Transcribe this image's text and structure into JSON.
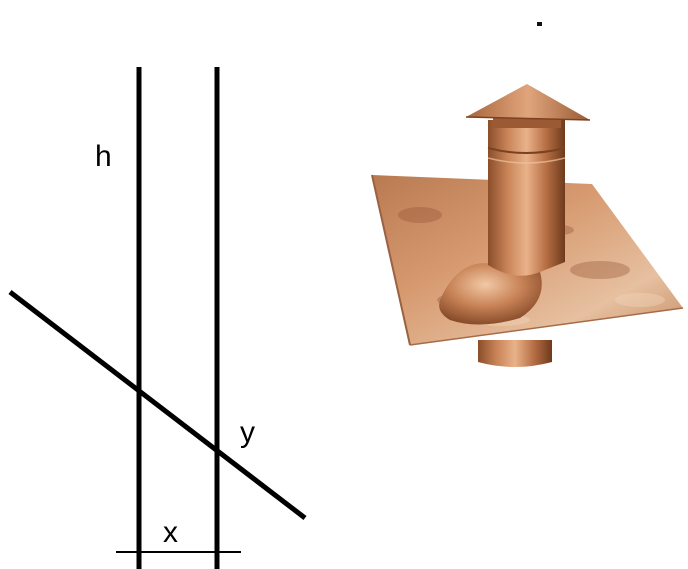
{
  "labels": {
    "height": "h",
    "offset": "y",
    "spacing": "x"
  },
  "colors": {
    "line": "#000000",
    "copper_light": "#e8b48c",
    "copper_mid": "#c98357",
    "copper_dark": "#8a4e2a",
    "copper_shadow": "#6e3a1c"
  },
  "picture": "copper-roof-vent-pipe-with-flashing"
}
